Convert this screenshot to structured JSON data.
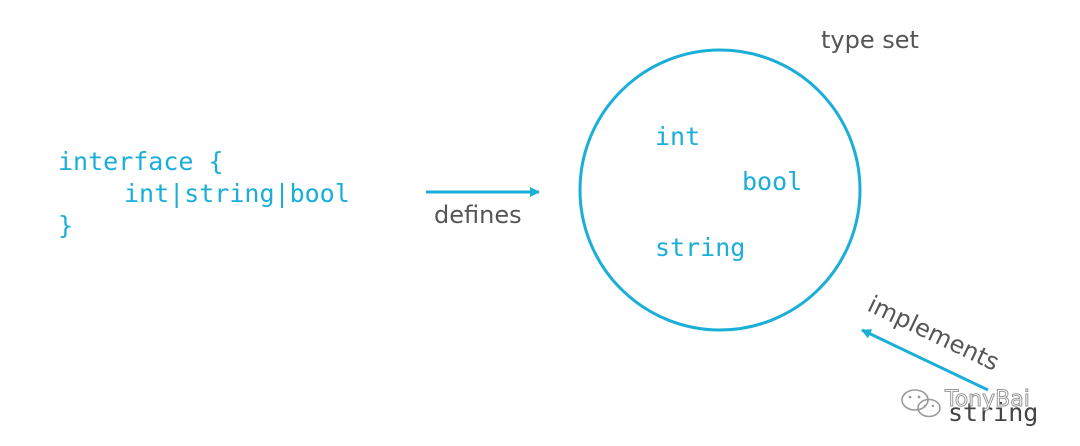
{
  "colors": {
    "accent": "#1aaed9",
    "label": "#555555",
    "string_word": "#444444",
    "watermark": "#9a9a9a",
    "background": "#ffffff"
  },
  "interface_code": {
    "line1": "interface {",
    "line2": "int|string|bool",
    "line3": "}"
  },
  "arrows": {
    "defines": "defines",
    "implements": "implements"
  },
  "type_set": {
    "title": "type set",
    "members": [
      "int",
      "bool",
      "string"
    ]
  },
  "external_type": "string",
  "watermark": {
    "text": "TonyBai",
    "icon": "wechat-icon"
  }
}
